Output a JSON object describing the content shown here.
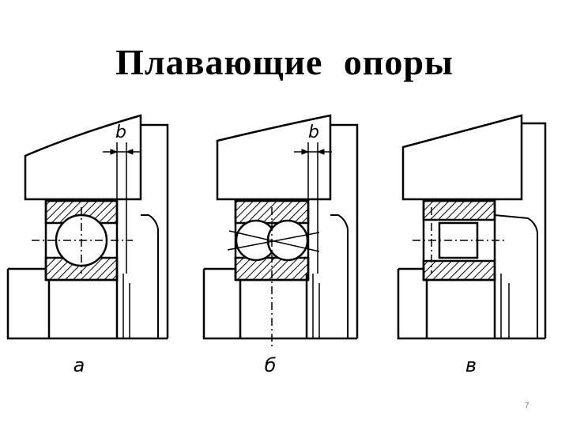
{
  "title": "Плавающие опоры",
  "panels": [
    {
      "caption": "а",
      "dimension_label": "b"
    },
    {
      "caption": "б",
      "dimension_label": "b"
    },
    {
      "caption": "в"
    }
  ],
  "page_number": "7"
}
